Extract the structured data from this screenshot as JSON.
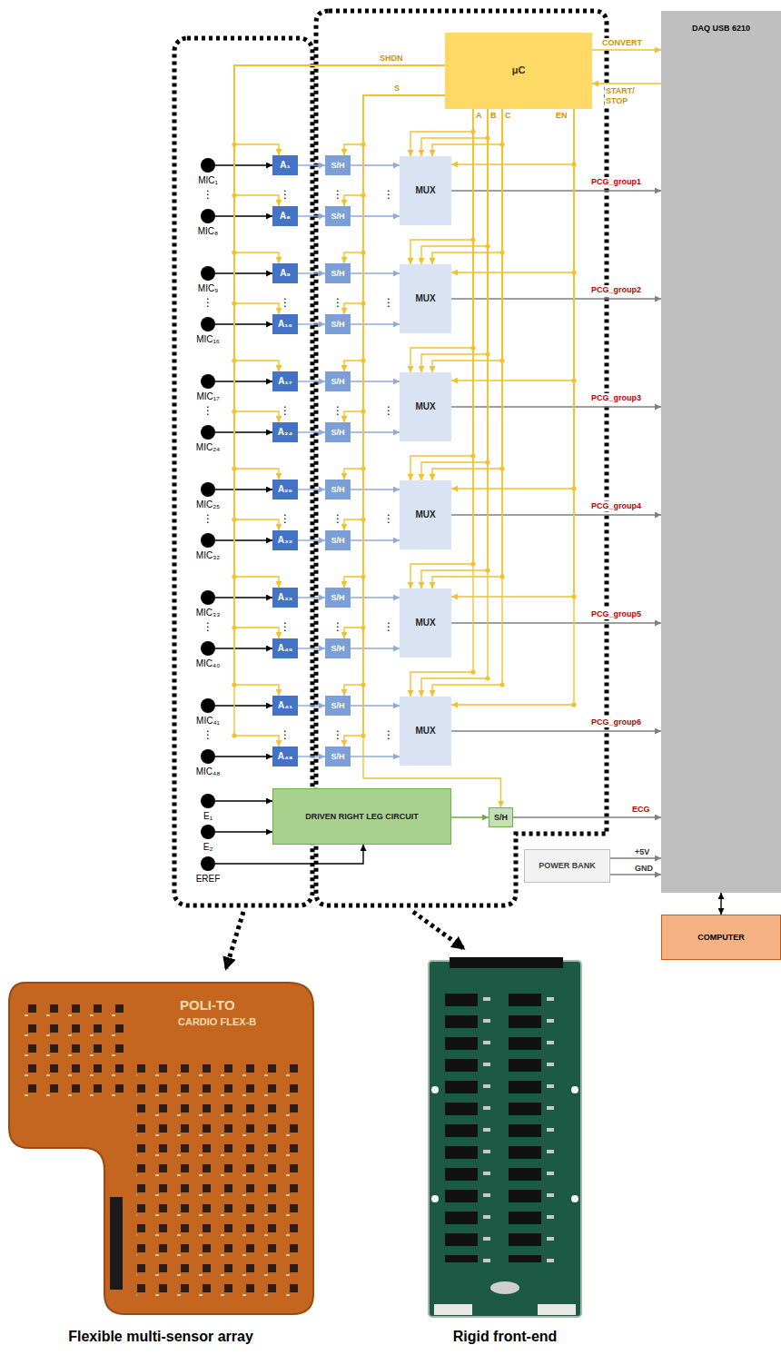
{
  "diagram": {
    "nodes": [
      {
        "text": [
          "μC"
        ]
      },
      {
        "text": [
          "DAQ USB 6210"
        ]
      },
      {
        "text": [
          "MIC₁"
        ]
      },
      {
        "text": [
          "A₁"
        ]
      },
      {
        "text": [
          "S/H"
        ]
      },
      {
        "text": [
          "MIC₈"
        ]
      },
      {
        "text": [
          "A₈"
        ]
      },
      {
        "text": [
          "S/H"
        ]
      },
      {
        "text": [
          "MUX"
        ]
      },
      {
        "text": [
          "MIC₉"
        ]
      },
      {
        "text": [
          "A₉"
        ]
      },
      {
        "text": [
          "S/H"
        ]
      },
      {
        "text": [
          "MIC₁₆"
        ]
      },
      {
        "text": [
          "A₁₆"
        ]
      },
      {
        "text": [
          "S/H"
        ]
      },
      {
        "text": [
          "MUX"
        ]
      },
      {
        "text": [
          "MIC₁₇"
        ]
      },
      {
        "text": [
          "A₁₇"
        ]
      },
      {
        "text": [
          "S/H"
        ]
      },
      {
        "text": [
          "MIC₂₄"
        ]
      },
      {
        "text": [
          "A₂₄"
        ]
      },
      {
        "text": [
          "S/H"
        ]
      },
      {
        "text": [
          "MUX"
        ]
      },
      {
        "text": [
          "MIC₂₅"
        ]
      },
      {
        "text": [
          "A₂₅"
        ]
      },
      {
        "text": [
          "S/H"
        ]
      },
      {
        "text": [
          "MIC₃₂"
        ]
      },
      {
        "text": [
          "A₃₂"
        ]
      },
      {
        "text": [
          "S/H"
        ]
      },
      {
        "text": [
          "MUX"
        ]
      },
      {
        "text": [
          "MIC₃₃"
        ]
      },
      {
        "text": [
          "A₃₃"
        ]
      },
      {
        "text": [
          "S/H"
        ]
      },
      {
        "text": [
          "MIC₄₀"
        ]
      },
      {
        "text": [
          "A₄₀"
        ]
      },
      {
        "text": [
          "S/H"
        ]
      },
      {
        "text": [
          "MUX"
        ]
      },
      {
        "text": [
          "MIC₄₁"
        ]
      },
      {
        "text": [
          "A₄₁"
        ]
      },
      {
        "text": [
          "S/H"
        ]
      },
      {
        "text": [
          "MIC₄₈"
        ]
      },
      {
        "text": [
          "A₄₈"
        ]
      },
      {
        "text": [
          "S/H"
        ]
      },
      {
        "text": [
          "MUX"
        ]
      },
      {
        "text": [
          "E₁"
        ]
      },
      {
        "text": [
          "E₂"
        ]
      },
      {
        "text": [
          "EREF"
        ]
      },
      {
        "text": [
          "DRIVEN RIGHT LEG CIRCUIT"
        ]
      },
      {
        "text": [
          "S/H"
        ]
      },
      {
        "text": [
          "POWER BANK"
        ]
      },
      {
        "text": [
          "COMPUTER"
        ]
      }
    ],
    "edges": [
      {
        "from": 0,
        "to": 1,
        "label": "CONVERT",
        "arrow": "to"
      },
      {
        "from": 1,
        "to": 0,
        "label": "START/ STOP",
        "arrow": "to"
      },
      {
        "from": 2,
        "to": 3,
        "arrow": "to"
      },
      {
        "from": 3,
        "to": 4,
        "arrow": "to"
      },
      {
        "from": 4,
        "to": 8,
        "arrow": "to"
      },
      {
        "from": 5,
        "to": 6,
        "arrow": "to"
      },
      {
        "from": 6,
        "to": 7,
        "arrow": "to"
      },
      {
        "from": 7,
        "to": 8,
        "arrow": "to"
      },
      {
        "from": 0,
        "to": 3,
        "arrow": "to"
      },
      {
        "from": 0,
        "to": 6,
        "arrow": "to"
      },
      {
        "from": 0,
        "to": 4,
        "arrow": "to"
      },
      {
        "from": 0,
        "to": 7,
        "arrow": "to"
      },
      {
        "from": 0,
        "to": 8,
        "arrow": "to"
      },
      {
        "from": 0,
        "to": 8,
        "arrow": "to"
      },
      {
        "from": 0,
        "to": 8,
        "arrow": "to"
      },
      {
        "from": 0,
        "to": 8,
        "arrow": "to"
      },
      {
        "from": 8,
        "to": 1,
        "label": "PCG_group1",
        "arrow": "to"
      },
      {
        "from": 9,
        "to": 10,
        "arrow": "to"
      },
      {
        "from": 10,
        "to": 11,
        "arrow": "to"
      },
      {
        "from": 11,
        "to": 15,
        "arrow": "to"
      },
      {
        "from": 12,
        "to": 13,
        "arrow": "to"
      },
      {
        "from": 13,
        "to": 14,
        "arrow": "to"
      },
      {
        "from": 14,
        "to": 15,
        "arrow": "to"
      },
      {
        "from": 0,
        "to": 10,
        "arrow": "to"
      },
      {
        "from": 0,
        "to": 13,
        "arrow": "to"
      },
      {
        "from": 0,
        "to": 11,
        "arrow": "to"
      },
      {
        "from": 0,
        "to": 14,
        "arrow": "to"
      },
      {
        "from": 0,
        "to": 15,
        "arrow": "to"
      },
      {
        "from": 0,
        "to": 15,
        "arrow": "to"
      },
      {
        "from": 0,
        "to": 15,
        "arrow": "to"
      },
      {
        "from": 0,
        "to": 15,
        "arrow": "to"
      },
      {
        "from": 15,
        "to": 1,
        "label": "PCG_group2",
        "arrow": "to"
      },
      {
        "from": 16,
        "to": 17,
        "arrow": "to"
      },
      {
        "from": 17,
        "to": 18,
        "arrow": "to"
      },
      {
        "from": 18,
        "to": 22,
        "arrow": "to"
      },
      {
        "from": 19,
        "to": 20,
        "arrow": "to"
      },
      {
        "from": 20,
        "to": 21,
        "arrow": "to"
      },
      {
        "from": 21,
        "to": 22,
        "arrow": "to"
      },
      {
        "from": 0,
        "to": 17,
        "arrow": "to"
      },
      {
        "from": 0,
        "to": 20,
        "arrow": "to"
      },
      {
        "from": 0,
        "to": 18,
        "arrow": "to"
      },
      {
        "from": 0,
        "to": 21,
        "arrow": "to"
      },
      {
        "from": 0,
        "to": 22,
        "arrow": "to"
      },
      {
        "from": 0,
        "to": 22,
        "arrow": "to"
      },
      {
        "from": 0,
        "to": 22,
        "arrow": "to"
      },
      {
        "from": 0,
        "to": 22,
        "arrow": "to"
      },
      {
        "from": 22,
        "to": 1,
        "label": "PCG_group3",
        "arrow": "to"
      },
      {
        "from": 23,
        "to": 24,
        "arrow": "to"
      },
      {
        "from": 24,
        "to": 25,
        "arrow": "to"
      },
      {
        "from": 25,
        "to": 29,
        "arrow": "to"
      },
      {
        "from": 26,
        "to": 27,
        "arrow": "to"
      },
      {
        "from": 27,
        "to": 28,
        "arrow": "to"
      },
      {
        "from": 28,
        "to": 29,
        "arrow": "to"
      },
      {
        "from": 0,
        "to": 24,
        "arrow": "to"
      },
      {
        "from": 0,
        "to": 27,
        "arrow": "to"
      },
      {
        "from": 0,
        "to": 25,
        "arrow": "to"
      },
      {
        "from": 0,
        "to": 28,
        "arrow": "to"
      },
      {
        "from": 0,
        "to": 29,
        "arrow": "to"
      },
      {
        "from": 0,
        "to": 29,
        "arrow": "to"
      },
      {
        "from": 0,
        "to": 29,
        "arrow": "to"
      },
      {
        "from": 0,
        "to": 29,
        "arrow": "to"
      },
      {
        "from": 29,
        "to": 1,
        "label": "PCG_group4",
        "arrow": "to"
      },
      {
        "from": 30,
        "to": 31,
        "arrow": "to"
      },
      {
        "from": 31,
        "to": 32,
        "arrow": "to"
      },
      {
        "from": 32,
        "to": 36,
        "arrow": "to"
      },
      {
        "from": 33,
        "to": 34,
        "arrow": "to"
      },
      {
        "from": 34,
        "to": 35,
        "arrow": "to"
      },
      {
        "from": 35,
        "to": 36,
        "arrow": "to"
      },
      {
        "from": 0,
        "to": 31,
        "arrow": "to"
      },
      {
        "from": 0,
        "to": 34,
        "arrow": "to"
      },
      {
        "from": 0,
        "to": 32,
        "arrow": "to"
      },
      {
        "from": 0,
        "to": 35,
        "arrow": "to"
      },
      {
        "from": 0,
        "to": 36,
        "arrow": "to"
      },
      {
        "from": 0,
        "to": 36,
        "arrow": "to"
      },
      {
        "from": 0,
        "to": 36,
        "arrow": "to"
      },
      {
        "from": 0,
        "to": 36,
        "arrow": "to"
      },
      {
        "from": 36,
        "to": 1,
        "label": "PCG_group5",
        "arrow": "to"
      },
      {
        "from": 37,
        "to": 38,
        "arrow": "to"
      },
      {
        "from": 38,
        "to": 39,
        "arrow": "to"
      },
      {
        "from": 39,
        "to": 43,
        "arrow": "to"
      },
      {
        "from": 40,
        "to": 41,
        "arrow": "to"
      },
      {
        "from": 41,
        "to": 42,
        "arrow": "to"
      },
      {
        "from": 42,
        "to": 43,
        "arrow": "to"
      },
      {
        "from": 0,
        "to": 38,
        "arrow": "to"
      },
      {
        "from": 0,
        "to": 41,
        "arrow": "to"
      },
      {
        "from": 0,
        "to": 39,
        "arrow": "to"
      },
      {
        "from": 0,
        "to": 42,
        "arrow": "to"
      },
      {
        "from": 0,
        "to": 43,
        "arrow": "to"
      },
      {
        "from": 0,
        "to": 43,
        "arrow": "to"
      },
      {
        "from": 0,
        "to": 43,
        "arrow": "to"
      },
      {
        "from": 0,
        "to": 43,
        "arrow": "to"
      },
      {
        "from": 43,
        "to": 1,
        "label": "PCG_group6",
        "arrow": "to"
      },
      {
        "from": 44,
        "to": 47,
        "arrow": "to"
      },
      {
        "from": 45,
        "to": 47,
        "arrow": "to"
      },
      {
        "from": 46,
        "to": 47,
        "arrow": "to"
      },
      {
        "from": 0,
        "to": 48,
        "arrow": "to"
      },
      {
        "from": 47,
        "to": 48,
        "arrow": "to"
      },
      {
        "from": 48,
        "to": 1,
        "label": "ECG",
        "arrow": "to"
      },
      {
        "from": 49,
        "to": 1,
        "label": "+5V",
        "arrow": "to"
      },
      {
        "from": 49,
        "to": 1,
        "label": "GND",
        "arrow": "to"
      },
      {
        "from": 1,
        "to": 50,
        "arrow": "both"
      }
    ],
    "labels": [
      "SHDN",
      "S",
      "A",
      "B",
      "C",
      "EN",
      "⋮",
      "⋮",
      "⋮",
      "⋮",
      "⋮",
      "⋮",
      "⋮",
      "⋮",
      "⋮",
      "⋮",
      "⋮",
      "⋮",
      "⋮",
      "⋮",
      "⋮",
      "⋮",
      "⋮",
      "⋮",
      "⋮",
      "⋮",
      "⋮",
      "⋮",
      "⋮",
      "⋮",
      "POLI-TO",
      "CARDIO FLEX-B",
      "Flexible multi-sensor array",
      "Rigid front-end"
    ]
  }
}
